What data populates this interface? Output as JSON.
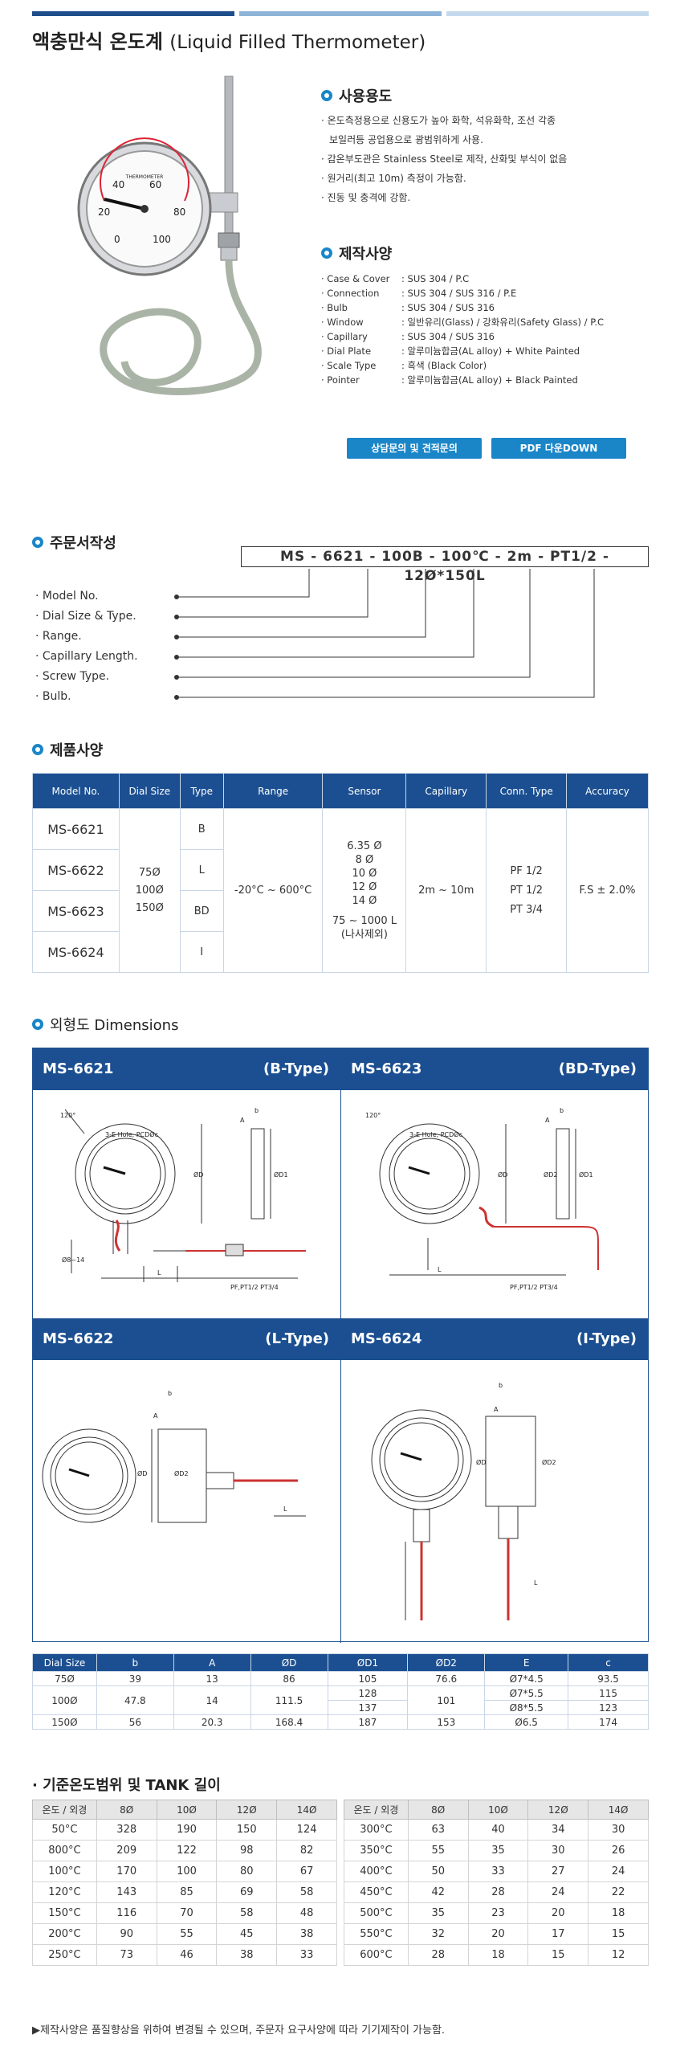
{
  "title": {
    "ko": "액충만식 온도계",
    "en": "(Liquid Filled Thermometer)"
  },
  "usage": {
    "heading": "사용용도",
    "items": [
      "· 온도측정용으로 신용도가 높아 화학, 석유화학, 조선 각종",
      "  보일러등 공업용으로 광범위하게 사용.",
      "· 감온부도관은 Stainless Steel로 제작, 산화및 부식이 없음",
      "· 원거리(최고 10m) 측정이 가능함.",
      "· 진동 및 충격에 강함."
    ]
  },
  "specs": {
    "heading": "제작사양",
    "rows": [
      {
        "k": "· Case & Cover",
        "v": ": SUS 304 / P.C"
      },
      {
        "k": "· Connection",
        "v": ": SUS 304 / SUS 316 / P.E"
      },
      {
        "k": "· Bulb",
        "v": ": SUS 304 / SUS 316"
      },
      {
        "k": "· Window",
        "v": ": 일반유리(Glass) / 강화유리(Safety Glass) / P.C"
      },
      {
        "k": "· Capillary",
        "v": ": SUS 304 / SUS 316"
      },
      {
        "k": "· Dial Plate",
        "v": ": 알루미늄합금(AL alloy) + White Painted"
      },
      {
        "k": "· Scale Type",
        "v": ": 흑색 (Black Color)"
      },
      {
        "k": "· Pointer",
        "v": ": 알루미늄합금(AL alloy) + Black Painted"
      }
    ]
  },
  "buttons": {
    "inquiry": "상담문의 및 견적문의",
    "pdf": "PDF 다운DOWN"
  },
  "gauge": {
    "brand": "THERMOMETER",
    "ticks": [
      "0",
      "20",
      "40",
      "60",
      "80",
      "100"
    ]
  },
  "order": {
    "heading": "주문서작성",
    "code": "MS - 6621 - 100B - 100℃ - 2m - PT1/2 - 12Ø*150L",
    "labels": [
      "· Model No.",
      "· Dial Size & Type.",
      "· Range.",
      "· Capillary Length.",
      "· Screw Type.",
      "· Bulb."
    ]
  },
  "product": {
    "heading": "제품사양",
    "headers": [
      "Model No.",
      "Dial Size",
      "Type",
      "Range",
      "Sensor",
      "Capillary",
      "Conn. Type",
      "Accuracy"
    ],
    "models": [
      "MS-6621",
      "MS-6622",
      "MS-6623",
      "MS-6624"
    ],
    "types": [
      "B",
      "L",
      "BD",
      "I"
    ],
    "dial_sizes": [
      "75Ø",
      "100Ø",
      "150Ø"
    ],
    "range": "-20°C ~ 600°C",
    "sensor": [
      "6.35 Ø",
      "8 Ø",
      "10 Ø",
      "12 Ø",
      "14 Ø",
      "",
      "75 ~ 1000 L",
      "(나사제외)"
    ],
    "capillary": "2m ~ 10m",
    "conn": [
      "PF 1/2",
      "PT 1/2",
      "PT 3/4"
    ],
    "accuracy": "F.S ± 2.0%"
  },
  "dimensions": {
    "heading": "외형도 Dimensions",
    "panels": [
      {
        "model": "MS-6621",
        "type": "(B-Type)"
      },
      {
        "model": "MS-6623",
        "type": "(BD-Type)"
      },
      {
        "model": "MS-6622",
        "type": "(L-Type)"
      },
      {
        "model": "MS-6624",
        "type": "(I-Type)"
      }
    ],
    "labels": {
      "hole": "3-E Hole, PCDØc",
      "angle": "120°",
      "d": "ØD",
      "d1": "ØD1",
      "d2": "ØD2",
      "a": "A",
      "b": "b",
      "l": "L",
      "bulb": "Ø8~14",
      "screw": "PF,PT1/2 PT3/4"
    }
  },
  "dim_table": {
    "headers": [
      "Dial Size",
      "b",
      "A",
      "ØD",
      "ØD1",
      "ØD2",
      "E",
      "c"
    ],
    "rows": [
      [
        "75Ø",
        "39",
        "13",
        "86",
        "105",
        "76.6",
        "Ø7*4.5",
        "93.5"
      ],
      [
        "100Ø",
        "47.8",
        "14",
        "111.5",
        "128",
        "101",
        "Ø7*5.5",
        "115"
      ],
      [
        "",
        "",
        "",
        "",
        "137",
        "",
        "Ø8*5.5",
        "123"
      ],
      [
        "150Ø",
        "56",
        "20.3",
        "168.4",
        "187",
        "153",
        "Ø6.5",
        "174"
      ]
    ]
  },
  "tank": {
    "heading": "· 기준온도범위 및 TANK 길이",
    "headers": [
      "온도 / 외경",
      "8Ø",
      "10Ø",
      "12Ø",
      "14Ø"
    ],
    "left": [
      [
        "50°C",
        "328",
        "190",
        "150",
        "124"
      ],
      [
        "800°C",
        "209",
        "122",
        "98",
        "82"
      ],
      [
        "100°C",
        "170",
        "100",
        "80",
        "67"
      ],
      [
        "120°C",
        "143",
        "85",
        "69",
        "58"
      ],
      [
        "150°C",
        "116",
        "70",
        "58",
        "48"
      ],
      [
        "200°C",
        "90",
        "55",
        "45",
        "38"
      ],
      [
        "250°C",
        "73",
        "46",
        "38",
        "33"
      ]
    ],
    "right": [
      [
        "300°C",
        "63",
        "40",
        "34",
        "30"
      ],
      [
        "350°C",
        "55",
        "35",
        "30",
        "26"
      ],
      [
        "400°C",
        "50",
        "33",
        "27",
        "24"
      ],
      [
        "450°C",
        "42",
        "28",
        "24",
        "22"
      ],
      [
        "500°C",
        "35",
        "23",
        "20",
        "18"
      ],
      [
        "550°C",
        "32",
        "20",
        "17",
        "15"
      ],
      [
        "600°C",
        "28",
        "18",
        "15",
        "12"
      ]
    ]
  },
  "note": "▶제작사양은 품질향상을 위하여 변경될 수 있으며, 주문자 요구사양에 따라 기기제작이 가능함."
}
